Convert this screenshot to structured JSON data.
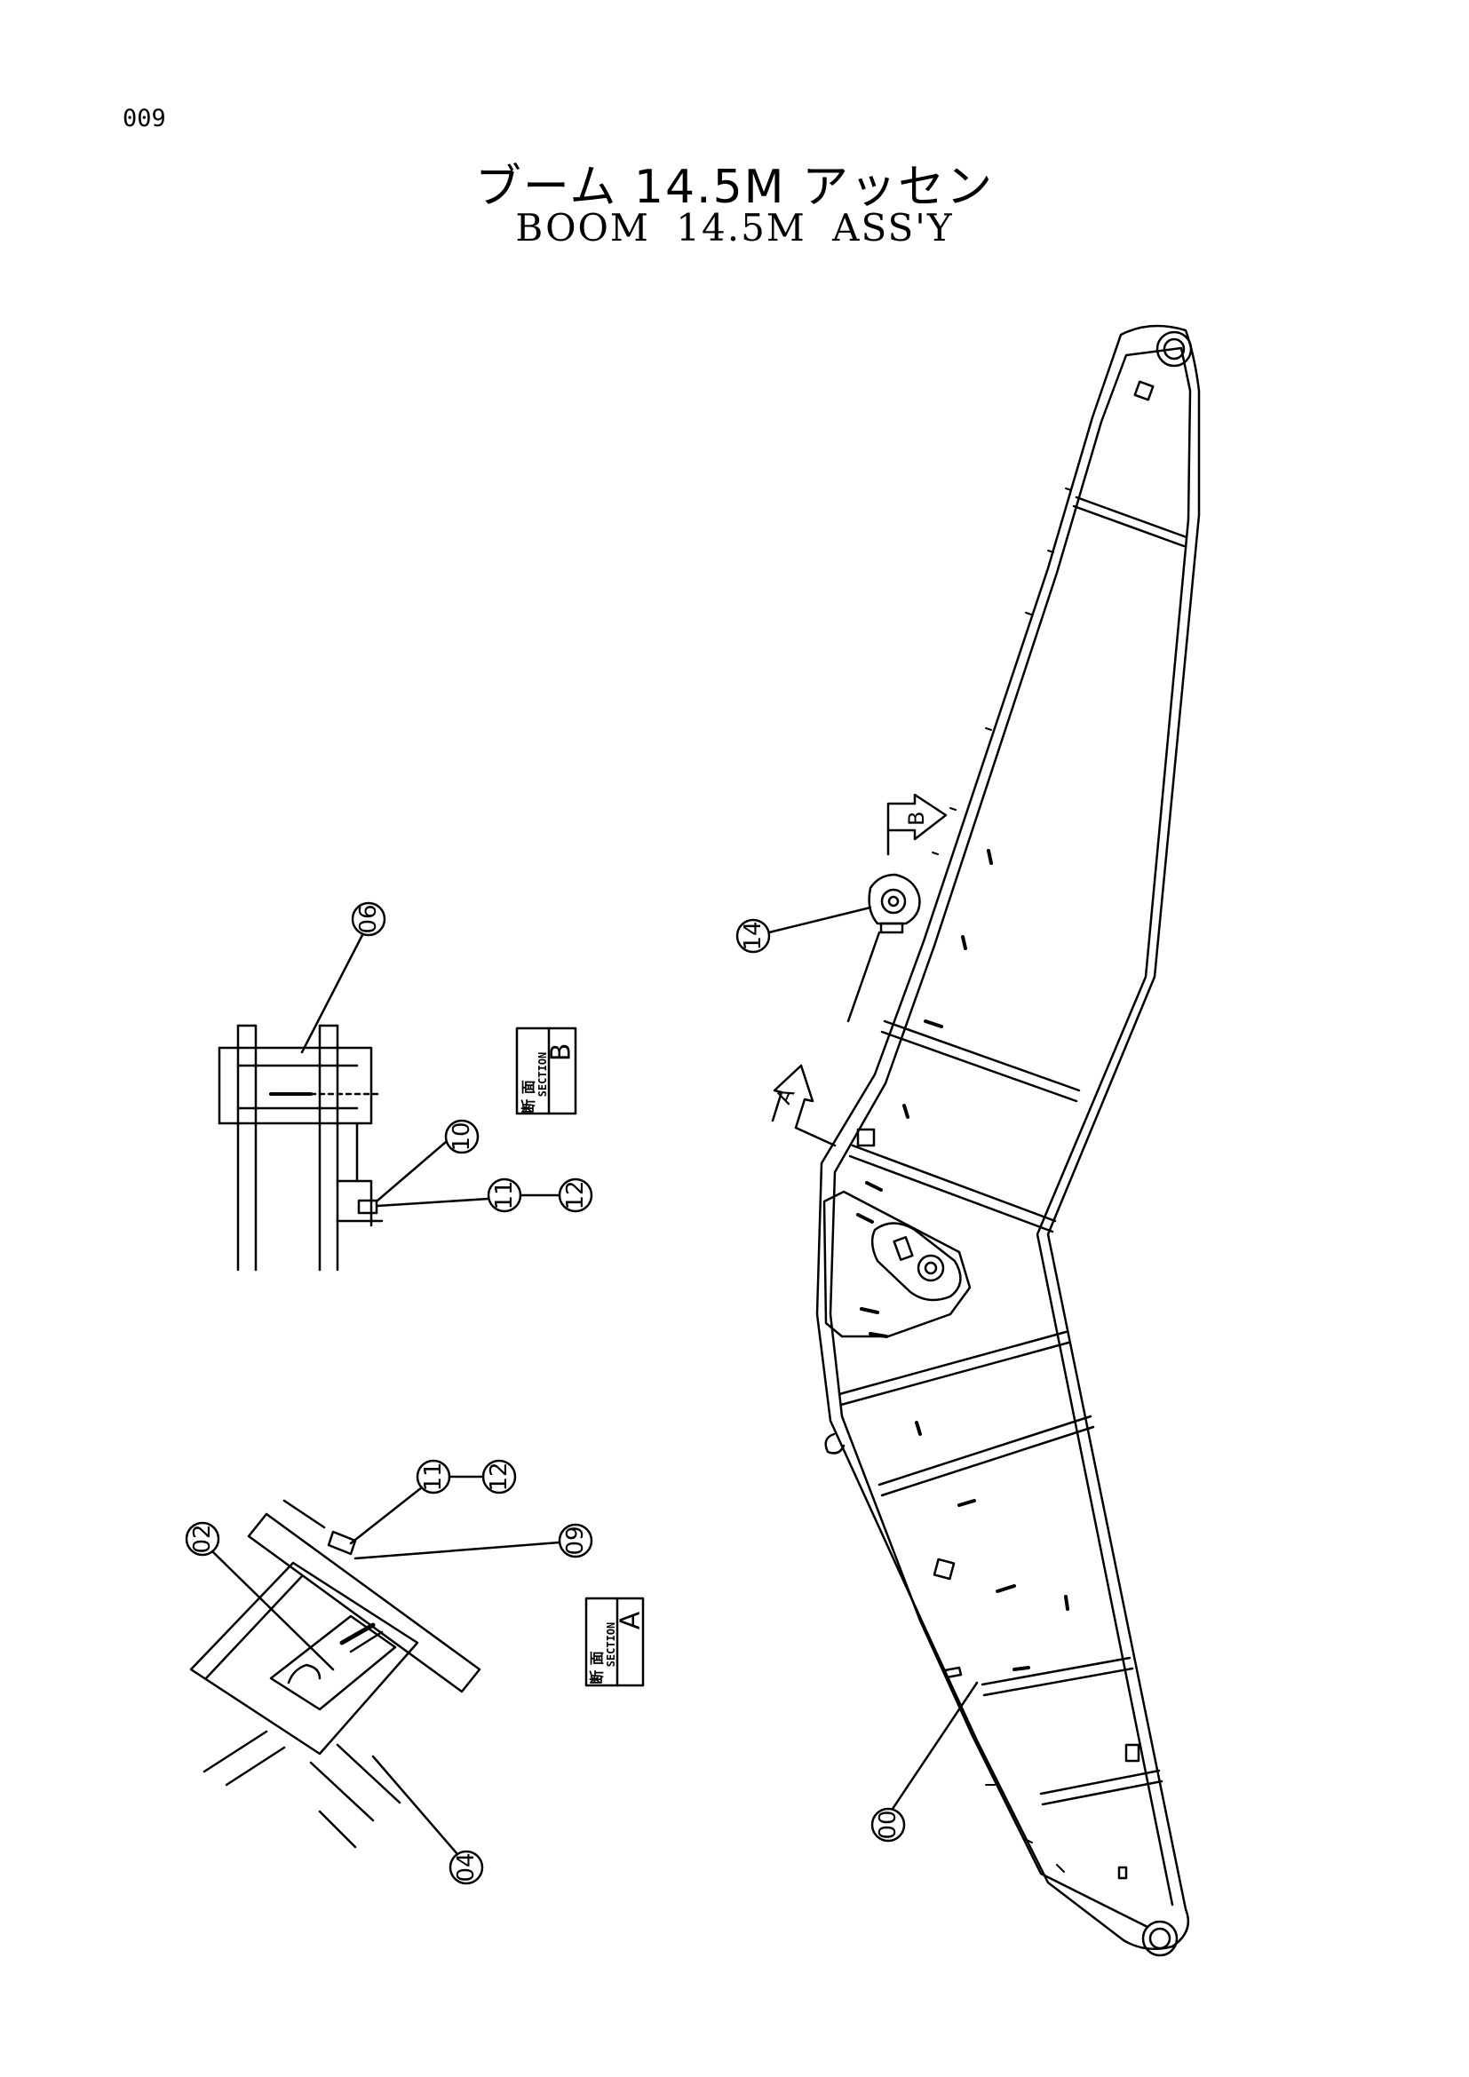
{
  "page_number": "009",
  "title_jp": "ブーム 14.5M アッセン",
  "title_en": "BOOM  14.5M  ASS'Y",
  "callouts": {
    "c00": "00",
    "c14": "14",
    "c06": "06",
    "c10": "10",
    "c11a": "11",
    "c12a": "12",
    "c11b": "11",
    "c12b": "12",
    "c09": "09",
    "c02": "02",
    "c04": "04"
  },
  "sections": {
    "b": {
      "jp": "断 面",
      "word": "SECTION",
      "letter": "B"
    },
    "a": {
      "jp": "断 面",
      "word": "SECTION",
      "letter": "A"
    }
  },
  "view_arrows": {
    "a": "A",
    "b": "B"
  }
}
